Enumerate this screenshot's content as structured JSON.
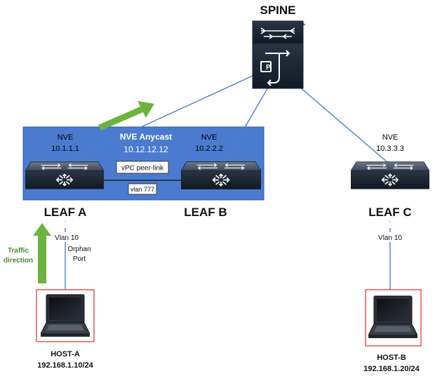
{
  "spine": {
    "label": "SPINE"
  },
  "vpc_domain": {
    "anycast_title": "NVE Anycast",
    "anycast_ip": "10.12.12.12",
    "peer_link": "vPC peer-link",
    "vlan": "vlan 777"
  },
  "leaf_a": {
    "label": "LEAF A",
    "nve": "NVE",
    "nve_ip": "10.1.1.1",
    "vlan": "Vlan 10",
    "port_line1": "Orphan",
    "port_line2": "Port"
  },
  "leaf_b": {
    "label": "LEAF B",
    "nve": "NVE",
    "nve_ip": "10.2.2.2"
  },
  "leaf_c": {
    "label": "LEAF C",
    "nve": "NVE",
    "nve_ip": "10.3.3.3",
    "vlan": "Vlan 10"
  },
  "host_a": {
    "name": "HOST-A",
    "ip": "192.168.1.10/24"
  },
  "host_b": {
    "name": "HOST-B",
    "ip": "192.168.1.20/24"
  },
  "traffic": {
    "line1": "Traffic",
    "line2": "direction"
  },
  "colors": {
    "vpc_box": "#4a7bd0",
    "link": "#4f7ecf",
    "arrow": "#6db33f",
    "traffic_text": "#4a8a2a",
    "switch_body": "#1b2533",
    "switch_top": "#3f4b5c",
    "host_border": "#e0302a"
  }
}
